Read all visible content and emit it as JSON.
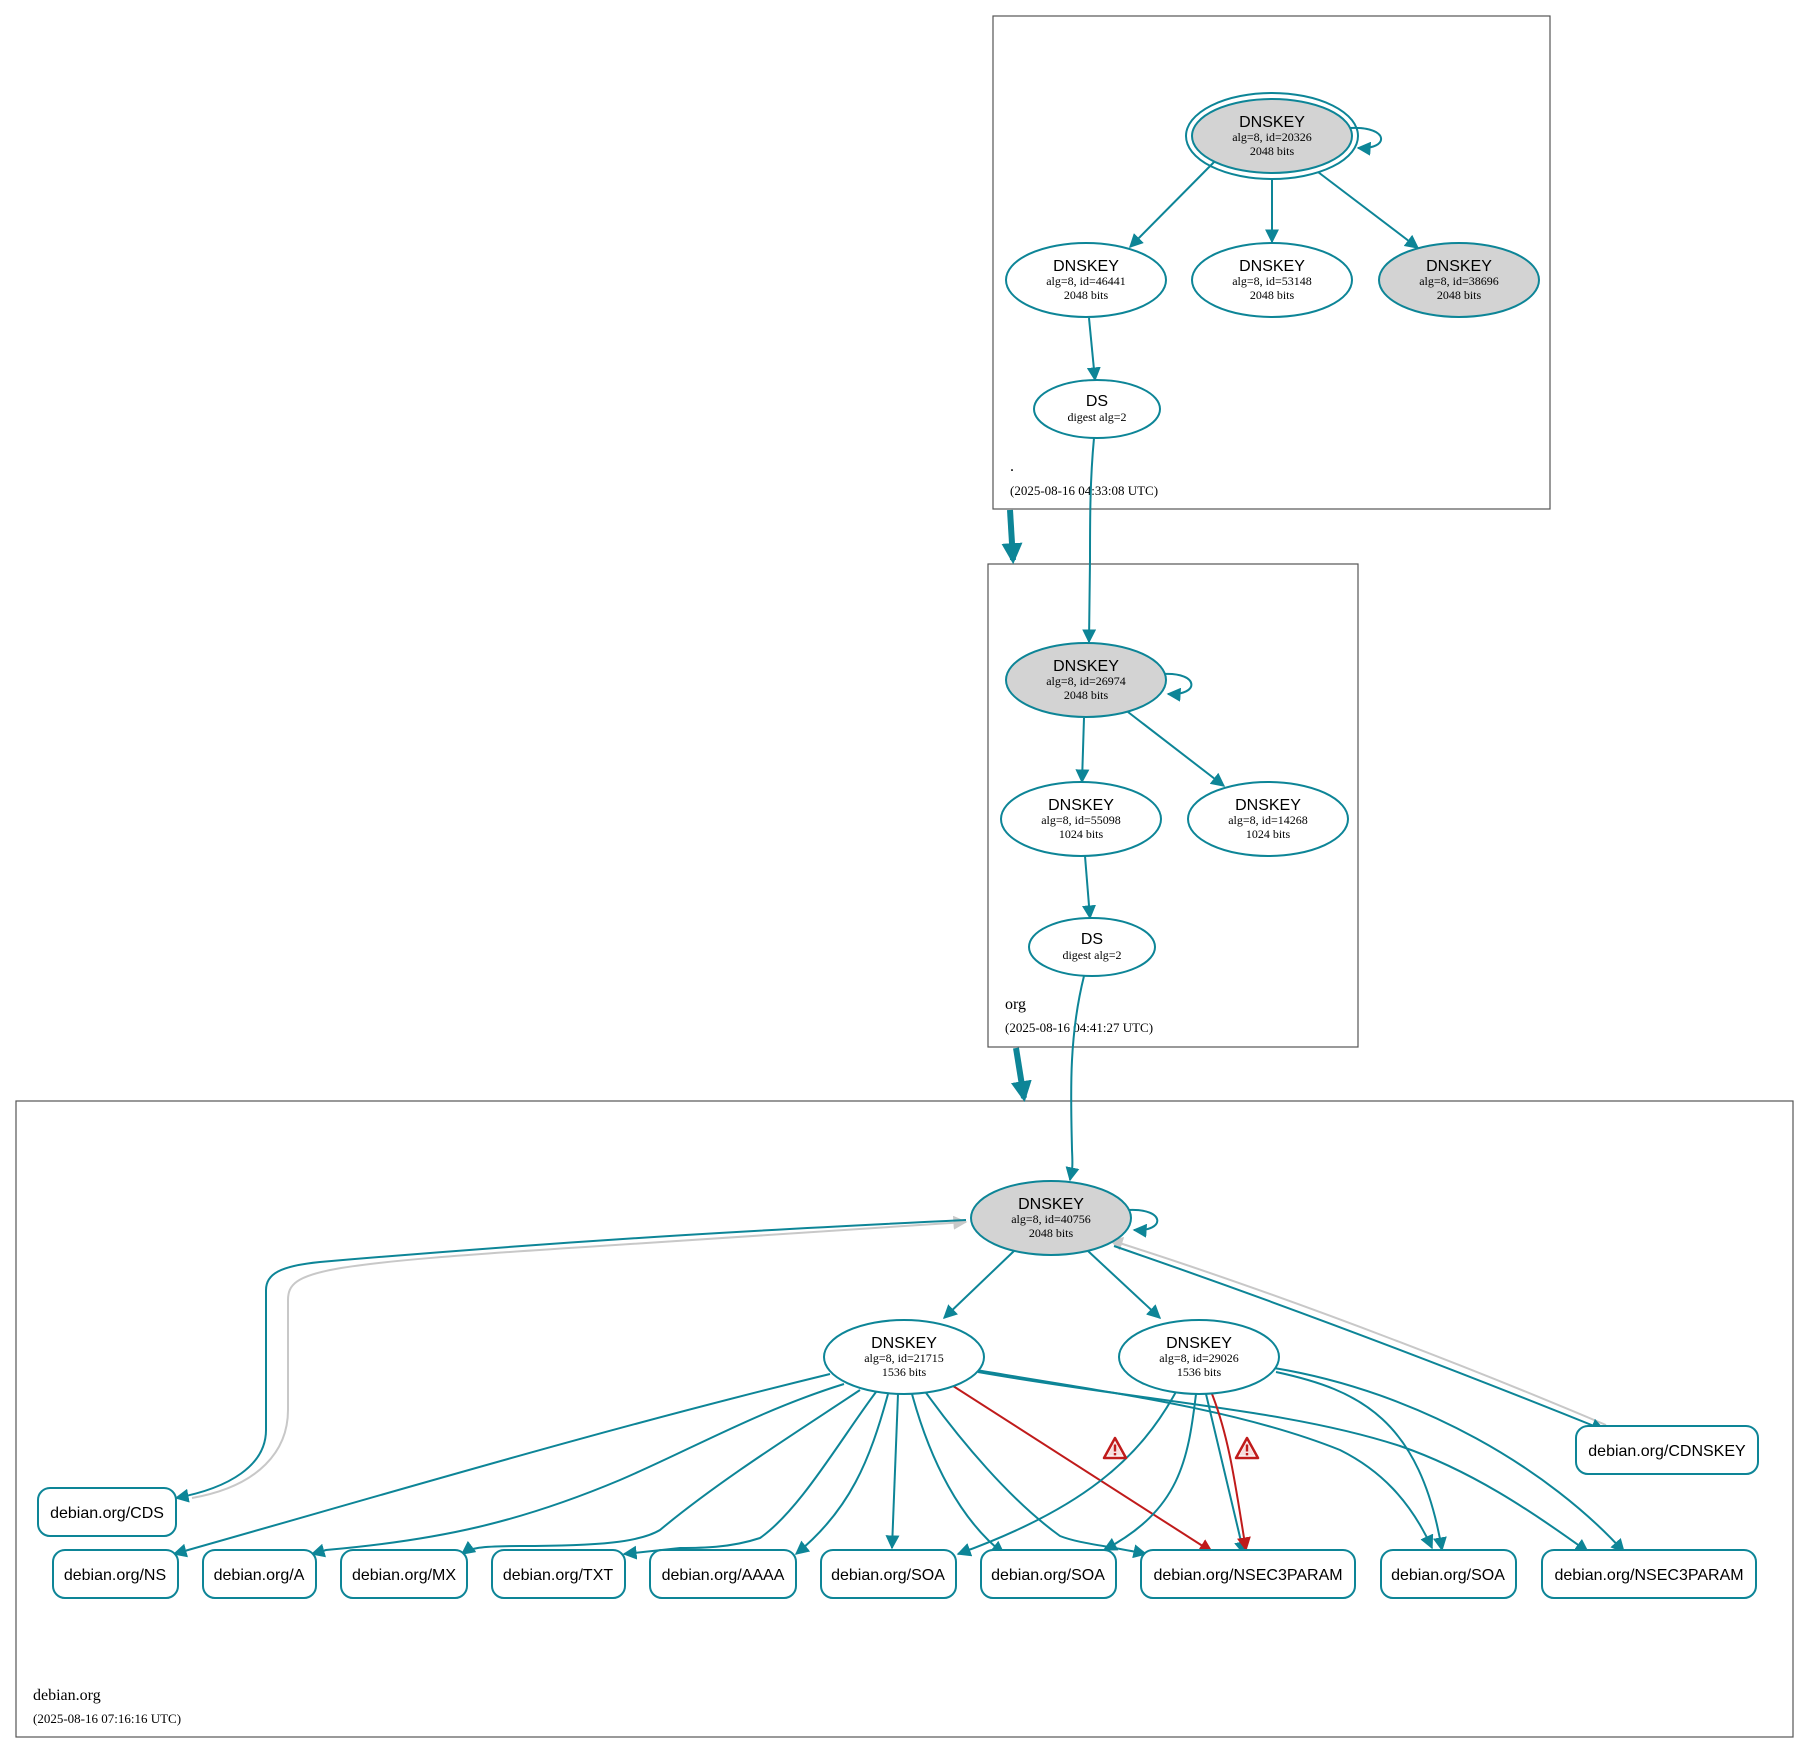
{
  "zones": {
    "root": {
      "label": ".",
      "time": "(2025-08-16 04:33:08 UTC)"
    },
    "org": {
      "label": "org",
      "time": "(2025-08-16 04:41:27 UTC)"
    },
    "debian": {
      "label": "debian.org",
      "time": "(2025-08-16 07:16:16 UTC)"
    }
  },
  "nodes": {
    "root_ksk": {
      "title": "DNSKEY",
      "line1": "alg=8, id=20326",
      "line2": "2048 bits"
    },
    "root_zsk1": {
      "title": "DNSKEY",
      "line1": "alg=8, id=46441",
      "line2": "2048 bits"
    },
    "root_zsk2": {
      "title": "DNSKEY",
      "line1": "alg=8, id=53148",
      "line2": "2048 bits"
    },
    "root_ksk2": {
      "title": "DNSKEY",
      "line1": "alg=8, id=38696",
      "line2": "2048 bits"
    },
    "root_ds": {
      "title": "DS",
      "line1": "digest alg=2"
    },
    "org_ksk": {
      "title": "DNSKEY",
      "line1": "alg=8, id=26974",
      "line2": "2048 bits"
    },
    "org_zsk1": {
      "title": "DNSKEY",
      "line1": "alg=8, id=55098",
      "line2": "1024 bits"
    },
    "org_zsk2": {
      "title": "DNSKEY",
      "line1": "alg=8, id=14268",
      "line2": "1024 bits"
    },
    "org_ds": {
      "title": "DS",
      "line1": "digest alg=2"
    },
    "deb_ksk": {
      "title": "DNSKEY",
      "line1": "alg=8, id=40756",
      "line2": "2048 bits"
    },
    "deb_zsk1": {
      "title": "DNSKEY",
      "line1": "alg=8, id=21715",
      "line2": "1536 bits"
    },
    "deb_zsk2": {
      "title": "DNSKEY",
      "line1": "alg=8, id=29026",
      "line2": "1536 bits"
    }
  },
  "records": {
    "cds": "debian.org/CDS",
    "cdnskey": "debian.org/CDNSKEY",
    "ns": "debian.org/NS",
    "a": "debian.org/A",
    "mx": "debian.org/MX",
    "txt": "debian.org/TXT",
    "aaaa": "debian.org/AAAA",
    "soa1": "debian.org/SOA",
    "soa2": "debian.org/SOA",
    "nsec3param1": "debian.org/NSEC3PARAM",
    "soa3": "debian.org/SOA",
    "nsec3param2": "debian.org/NSEC3PARAM"
  },
  "colors": {
    "secure": "#0d8597",
    "insecure": "#c8c8c8",
    "bogus": "#c01b1b",
    "ksk_fill": "#d3d3d3",
    "warning": "#d32f2f"
  },
  "icons": {
    "warning": "warning-icon"
  }
}
